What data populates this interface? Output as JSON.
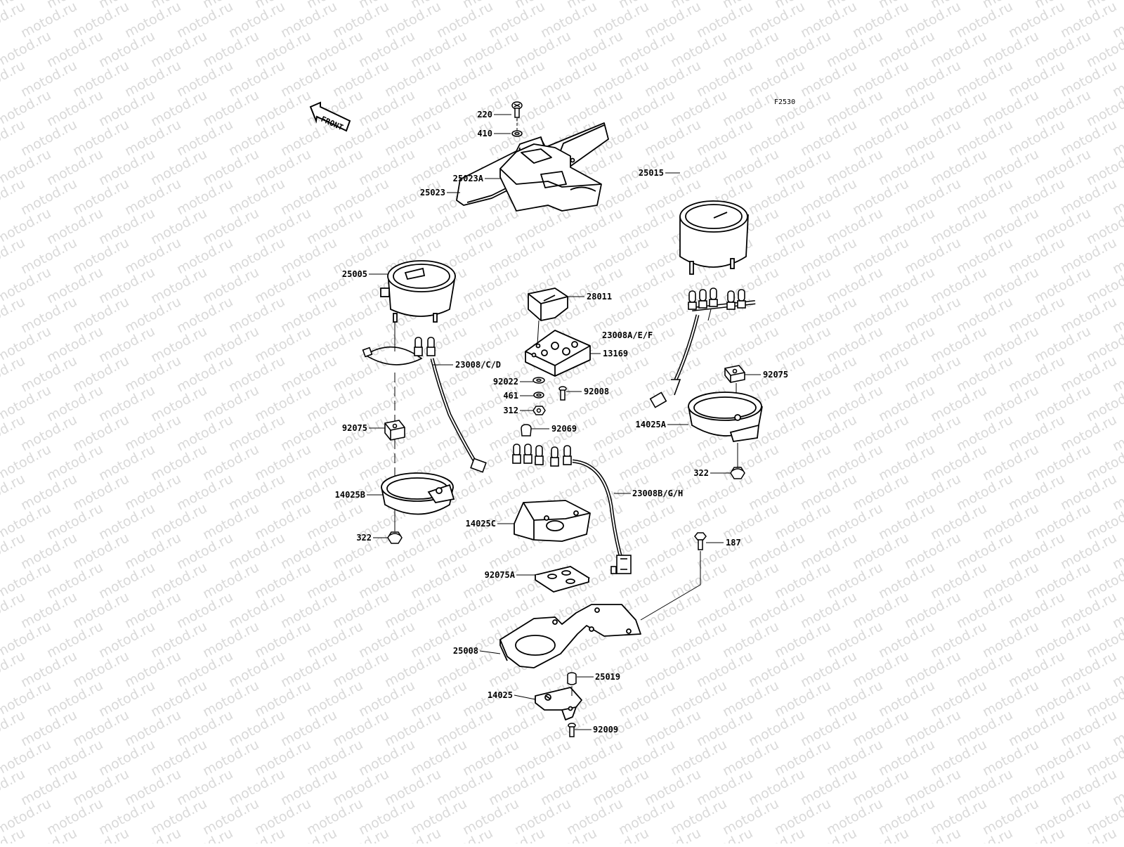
{
  "diagram": {
    "code": "F2530",
    "front_arrow_label": "FRONT",
    "watermark_text": "motod.ru",
    "line_color": "#000000",
    "watermark_color": "#d9d9d9",
    "background": "#ffffff"
  },
  "labels": {
    "p220": "220",
    "p410": "410",
    "p25023": "25023",
    "p25023A": "25023A",
    "p25015": "25015",
    "p25005": "25005",
    "p28011": "28011",
    "p23008AEF": "23008A/E/F",
    "p13169": "13169",
    "p23008CD": "23008/C/D",
    "p92075_right": "92075",
    "p92022": "92022",
    "p461": "461",
    "p92008": "92008",
    "p312": "312",
    "p14025A": "14025A",
    "p92069": "92069",
    "p92075_left": "92075",
    "p322_right": "322",
    "p23008BGH": "23008B/G/H",
    "p14025B": "14025B",
    "p14025C": "14025C",
    "p322_left": "322",
    "p187": "187",
    "p92075A": "92075A",
    "p25008": "25008",
    "p25019": "25019",
    "p14025": "14025",
    "p92009": "92009"
  }
}
